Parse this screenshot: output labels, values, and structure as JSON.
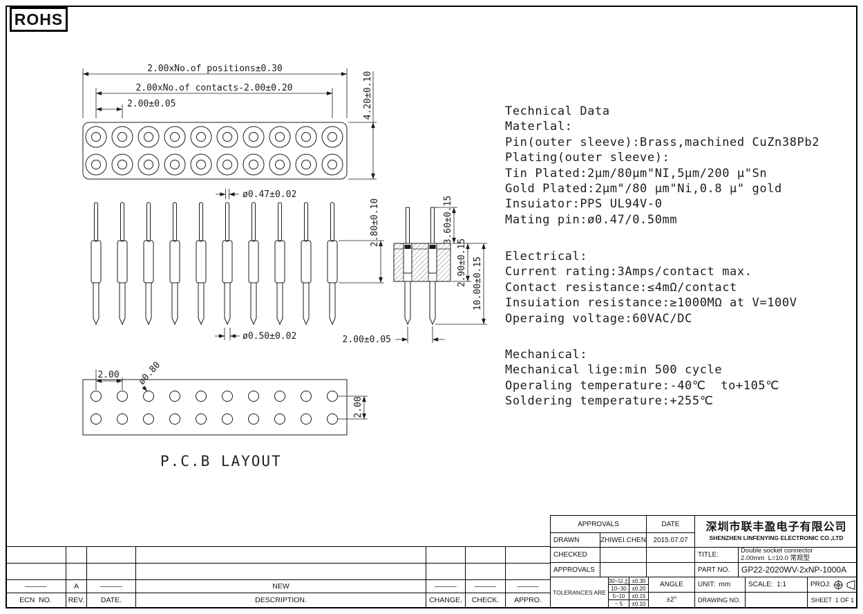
{
  "sheet": {
    "rohs": "ROHS"
  },
  "dims": {
    "d_positions": "2.00xNo.of positions±0.30",
    "d_contacts": "2.00xNo.of contacts-2.00±0.20",
    "d_pitch": "2.00±0.05",
    "d_height": "4.20±0.10",
    "d_pin_top": "ø0.47±0.02",
    "d_body": "2.80±0.10",
    "d_pin_bot": "ø0.50±0.02",
    "d_exposed": "3.60±0.15",
    "d_socket": "2.90±0.15",
    "d_length": "10.00±0.15",
    "d_span": "2.00±0.05",
    "pcb_pitch": "2.00",
    "pcb_hole": "ø0.80",
    "pcb_row": "2.00",
    "pcb_label": "P.C.B LAYOUT"
  },
  "technical_data": {
    "heading": "Technical Data",
    "material_lines": [
      "Materlal:",
      "Pin(outer sleeve):Brass,machined CuZn38Pb2",
      "Plating(outer sleeve):",
      "Tin Plated:2μm/80μm\"NI,5μm/200 μ\"Sn",
      "Gold Plated:2μm\"/80 μm\"Ni,0.8 μ\" gold",
      "Insuiator:PPS UL94V-0",
      "Mating pin:ø0.47/0.50mm"
    ],
    "electrical_lines": [
      "Electrical:",
      "Current rating:3Amps/contact max.",
      "Contact resistance:≤4mΩ/contact",
      "Insuiation resistance:≥1000MΩ at V=100V",
      "Operaing voltage:60VAC/DC"
    ],
    "mechanical_lines": [
      "Mechanical:",
      "Mechanical lige:min 500 cycle",
      "Operaling temperature:-40℃  to+105℃",
      "Soldering temperature:+255℃"
    ]
  },
  "title_block": {
    "approvals_header": "APPROVALS",
    "date_header": "DATE",
    "drawn_label": "DRAWN",
    "drawn_name": "ZHIWEI.CHEN",
    "drawn_date": "2015.07.07",
    "checked_label": "CHECKED",
    "approvals_label": "APPROVALS",
    "company_cn": "深圳市联丰盈电子有限公司",
    "company_en": "SHENZHEN LINFENYING ELECTRONIC CO.,LTD",
    "title_label": "TITLE:",
    "title_line1": "Double socket connector",
    "title_line2": "2.00mm  L=10.0 常规型",
    "part_no_label": "PART NO.",
    "part_no": "GP22-2020WV-2xNP-1000A",
    "tolerances_label": "TOLERANCES ARE",
    "tol_rows": [
      {
        "range": "30~以上",
        "tol": "±0.30"
      },
      {
        "range": "10~30",
        "tol": "±0.20"
      },
      {
        "range": "5~10",
        "tol": "±0.15"
      },
      {
        "range": "~ 5",
        "tol": "±0.10"
      }
    ],
    "angle_label": "ANGLE",
    "angle_value": "±2°",
    "unit": "UNIT:  mm",
    "scale": "SCALE:  1:1",
    "proj_label": "PROJ:",
    "drawing_no_label": "DRAWING NO.",
    "sheet_info": "SHEET  1 OF 1"
  },
  "revision_table": {
    "headers": {
      "ecn": "ECN  NO.",
      "rev": "REV.",
      "date": "DATE.",
      "description": "DESCRIPTION.",
      "change": "CHANGE.",
      "check": "CHECK.",
      "appro": "APPRO."
    },
    "entry": {
      "ecn": "———",
      "rev": "A",
      "date": "———",
      "description": "NEW",
      "change": "———",
      "check": "———",
      "appro": "———"
    }
  }
}
